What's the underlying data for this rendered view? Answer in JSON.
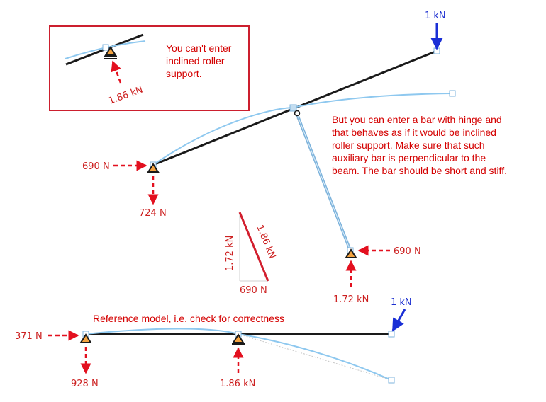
{
  "colors": {
    "beam": "#1a1a1a",
    "deformed": "#8ec8ef",
    "reaction": "#e3101f",
    "load": "#1a2fd6",
    "note_text": "#d40000",
    "inset_frame": "#cc1f2e",
    "support_fill": "#f4a340",
    "node": "#7db3dc"
  },
  "icons": {
    "pinned_support": "triangle-on-line",
    "roller_support": "triangle-on-double-line",
    "hinge": "small-circle"
  },
  "inset": {
    "note": [
      "You can't enter",
      "inclined roller",
      "support."
    ],
    "inclined_reaction_label": "1.86 kN"
  },
  "main_model": {
    "note": [
      "But you can enter a bar with hinge and",
      "that behaves as if it would be inclined",
      "roller support. Make sure that such",
      "auxiliary bar is perpendicular to the",
      "beam. The bar should be short and stiff."
    ],
    "load_label": "1 kN",
    "left_support_horizontal": "690 N",
    "left_support_vertical": "724 N",
    "aux_bar_support_horizontal": "690 N",
    "aux_bar_support_vertical": "1.72 kN"
  },
  "force_triangle": {
    "vertical_side": "1.72 kN",
    "horizontal_side": "690 N",
    "hypotenuse": "1.86 kN"
  },
  "reference_model": {
    "caption": "Reference model, i.e. check for correctness",
    "load_label": "1 kN",
    "left_support_horizontal": "371 N",
    "left_support_vertical": "928 N",
    "middle_support_vertical": "1.86 kN"
  }
}
